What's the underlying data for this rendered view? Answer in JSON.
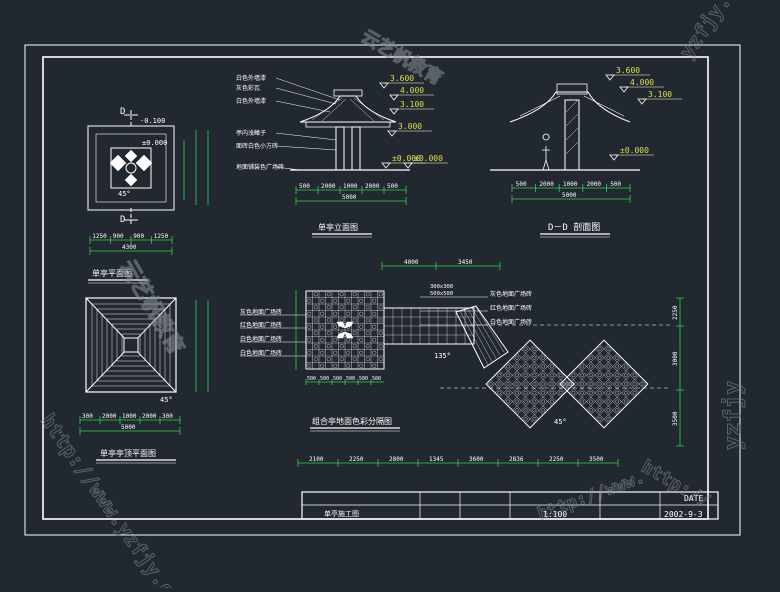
{
  "drawing": {
    "views": {
      "plan": {
        "title": "单亭平面图",
        "d_mark": "D",
        "elev_marks": [
          "-0.100",
          "±0.000"
        ],
        "angle": "45°",
        "dims_bottom": [
          "1250",
          "900",
          "900",
          "1250"
        ],
        "dims_total": "4300"
      },
      "elevation": {
        "title": "单亭立面图",
        "leaders": [
          "白色外墙漆",
          "灰色彩瓦",
          "白色外墙漆",
          "亭内浅鳍子",
          "面砖白色小方砖",
          "地面铺装色广场砖"
        ],
        "elev_marks": [
          "3.600",
          "4.000",
          "3.100",
          "3.000",
          "±0.000",
          "±0.000"
        ],
        "dims_bottom": [
          "500",
          "2000",
          "1000",
          "2000",
          "500"
        ],
        "dims_total": "5000"
      },
      "section": {
        "title": "D－D 剖面图",
        "elev_marks": [
          "3.600",
          "4.000",
          "3.100",
          "±0.000"
        ],
        "dims_bottom": [
          "500",
          "2000",
          "1000",
          "2000",
          "500"
        ],
        "dims_total": "5000"
      },
      "roof": {
        "title": "单亭亭顶平面图",
        "angle": "45°",
        "dims_bottom": [
          "300",
          "2000",
          "1000",
          "2000",
          "300"
        ],
        "dims_total": "5000"
      },
      "paving": {
        "title": "组合亭地面色彩分隔图",
        "leaders_left": [
          "灰色地面广场砖",
          "红色地面广场砖",
          "白色地面广场砖",
          "白色地面广场砖"
        ],
        "leaders_right": [
          "灰色地面广场砖",
          "红色地面广场砖",
          "白色地面广场砖"
        ],
        "callout": [
          "300x300",
          "500x500"
        ],
        "angles": [
          "135°",
          "45°"
        ],
        "dims_top": [
          "4000",
          "3450"
        ],
        "dims_bottom_small": [
          "500",
          "500",
          "500",
          "500",
          "500",
          "500"
        ],
        "dims_bottom": [
          "2100",
          "2250",
          "2800",
          "1345",
          "3600",
          "2836",
          "2250",
          "3500"
        ],
        "dims_right": [
          "2250",
          "3000",
          "3500"
        ]
      }
    },
    "title_block": {
      "drawing_name": "单亭施工图",
      "scale": "1:100",
      "date_label": "DATE",
      "date": "2002-9-3"
    },
    "watermarks": [
      "http://www.yzfjy.com",
      "云艺帆教育",
      "http://www.yzfjy.com",
      "yzfjy.com",
      "云艺帆教育",
      "http://",
      "http://www.",
      "yzfjy"
    ],
    "colors": {
      "background": "#212830",
      "frame": "#ffffff",
      "dims": "#2fd44a",
      "text": "#ffffff",
      "accent": "#e0e040"
    }
  }
}
